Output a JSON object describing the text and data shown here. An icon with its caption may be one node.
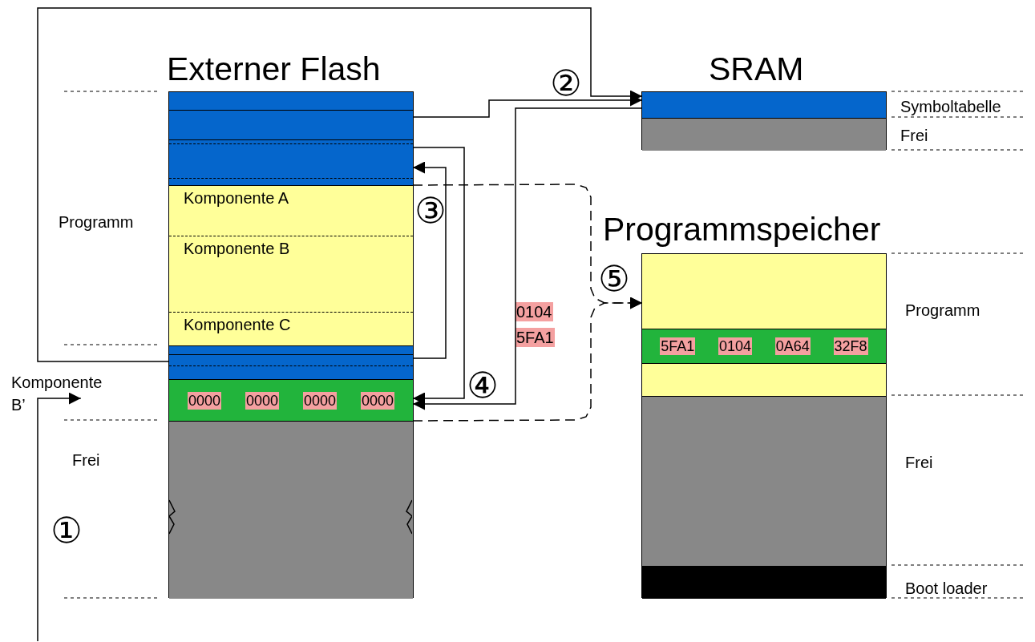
{
  "diagram": {
    "nodes": [
      {
        "text": [
          "Externer Flash"
        ]
      },
      {
        "text": [],
        "shape": "box",
        "in": 0
      },
      {
        "text": [],
        "shape": "box",
        "in": 0
      },
      {
        "text": [],
        "shape": "box",
        "in": 0
      },
      {
        "text": [
          "Komponente A"
        ],
        "in": 0
      },
      {
        "text": [
          "Komponente B"
        ],
        "in": 0
      },
      {
        "text": [
          "Komponente C"
        ],
        "in": 0
      },
      {
        "text": [],
        "shape": "box",
        "in": 0
      },
      {
        "text": [],
        "shape": "box",
        "in": 0
      },
      {
        "text": [
          "0000",
          "0000",
          "0000",
          "0000"
        ],
        "in": 0
      },
      {
        "text": [],
        "shape": "box",
        "in": 0
      },
      {
        "text": [
          "SRAM"
        ]
      },
      {
        "text": [],
        "shape": "box",
        "in": 11
      },
      {
        "text": [],
        "shape": "box",
        "in": 11
      },
      {
        "text": [
          "Programmspeicher"
        ]
      },
      {
        "text": [],
        "shape": "box",
        "in": 14
      },
      {
        "text": [
          "5FA1",
          "0104",
          "0A64",
          "32F8"
        ],
        "in": 14
      },
      {
        "text": [],
        "shape": "box",
        "in": 14
      },
      {
        "text": [],
        "shape": "box",
        "in": 14
      },
      {
        "text": [],
        "shape": "box",
        "in": 14
      },
      {
        "text": [
          "Komponente B’"
        ]
      }
    ],
    "edges": [
      {
        "from": null,
        "to": 20,
        "arrow": "to"
      },
      {
        "from": 8,
        "to": 12,
        "arrow": "to"
      },
      {
        "from": 2,
        "to": 12,
        "arrow": "to"
      },
      {
        "from": 12,
        "to": 9,
        "arrow": "to"
      },
      {
        "from": 3,
        "to": 9,
        "arrow": "to"
      },
      {
        "from": 8,
        "to": 3,
        "arrow": "to"
      },
      {
        "from": 4,
        "to": 15,
        "arrow": "to",
        "style": "dashed"
      },
      {
        "from": 9,
        "to": 15,
        "arrow": "to",
        "style": "dashed"
      }
    ],
    "labels": [
      "②",
      "Symboltabelle",
      "Frei",
      "Programm",
      "③",
      "⑤",
      "0104",
      "Programm",
      "5FA1",
      "④",
      "Frei",
      "Frei",
      "①",
      "Boot loader"
    ]
  }
}
